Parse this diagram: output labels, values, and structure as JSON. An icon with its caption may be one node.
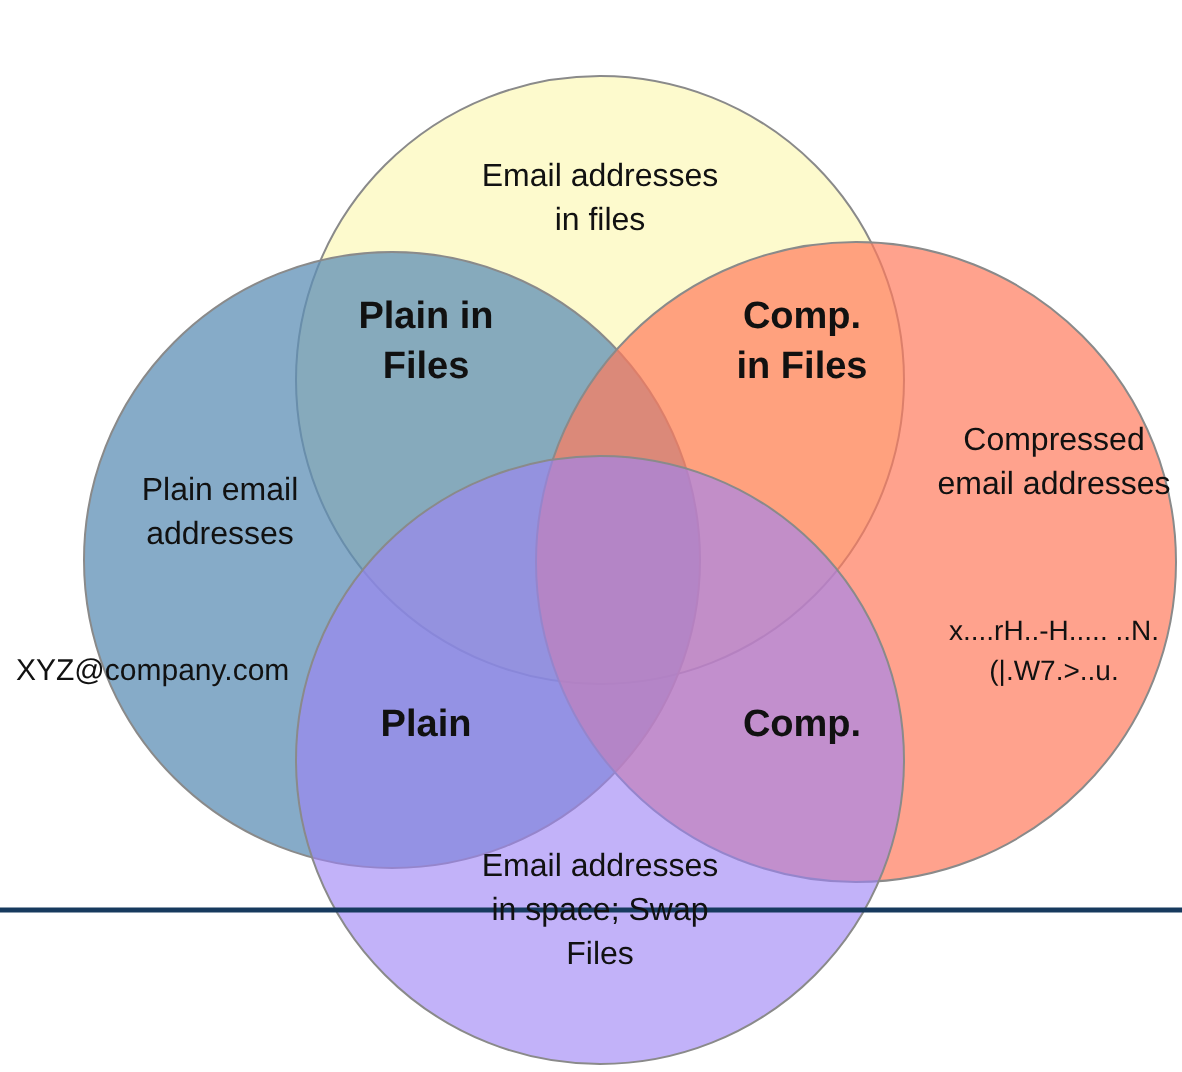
{
  "diagram": {
    "nodes": [
      {
        "text": [
          "Email addresses in files"
        ]
      },
      {
        "text": [
          "Plain email addresses",
          "XYZ@company.com"
        ]
      },
      {
        "text": [
          "Compressed email addresses",
          "x....rH..-H..... ..N.(|.W7.>..u."
        ]
      },
      {
        "text": [
          "Email addresses in space; Swap Files"
        ]
      }
    ],
    "labels": [
      "Plain in Files",
      "Comp. in Files",
      "Plain",
      "Comp."
    ]
  }
}
